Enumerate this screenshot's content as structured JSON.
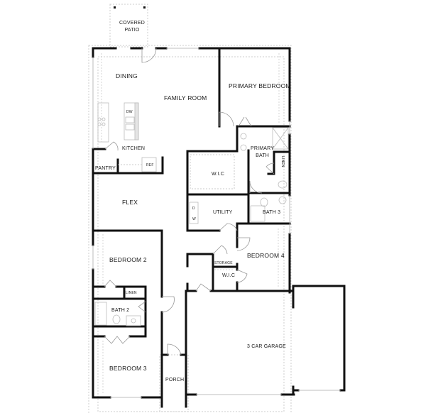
{
  "plan": {
    "type": "floor-plan",
    "colors": {
      "wall": "#111111",
      "fixture": "#bbbbbb",
      "background": "#ffffff"
    },
    "rooms": [
      {
        "id": "covered-patio",
        "label": "COVERED\nPATIO",
        "line1": "COVERED",
        "line2": "PATIO"
      },
      {
        "id": "dining",
        "label": "DINING"
      },
      {
        "id": "family-room",
        "label": "FAMILY ROOM"
      },
      {
        "id": "primary-bedroom",
        "label": "PRIMARY BEDROOM"
      },
      {
        "id": "kitchen",
        "label": "KITCHEN"
      },
      {
        "id": "pantry",
        "label": "PANTRY"
      },
      {
        "id": "primary-bath",
        "label": "PRIMARY\nBATH",
        "line1": "PRIMARY",
        "line2": "BATH"
      },
      {
        "id": "linen-primary",
        "label": "LINEN"
      },
      {
        "id": "wic-primary",
        "label": "W.I.C"
      },
      {
        "id": "flex",
        "label": "FLEX"
      },
      {
        "id": "utility",
        "label": "UTILITY"
      },
      {
        "id": "bath-3",
        "label": "BATH 3"
      },
      {
        "id": "bedroom-2",
        "label": "BEDROOM 2"
      },
      {
        "id": "bedroom-4",
        "label": "BEDROOM 4"
      },
      {
        "id": "storage",
        "label": "STORAGE"
      },
      {
        "id": "wic-bedroom4",
        "label": "W.I.C"
      },
      {
        "id": "linen-hall",
        "label": "LINEN"
      },
      {
        "id": "bath-2",
        "label": "BATH 2"
      },
      {
        "id": "bedroom-3",
        "label": "BEDROOM 3"
      },
      {
        "id": "porch",
        "label": "PORCH"
      },
      {
        "id": "garage",
        "label": "3 CAR GARAGE"
      }
    ],
    "fixtures": {
      "dishwasher": "DW",
      "refrigerator": "REF",
      "dryer": "D",
      "washer": "W"
    }
  }
}
